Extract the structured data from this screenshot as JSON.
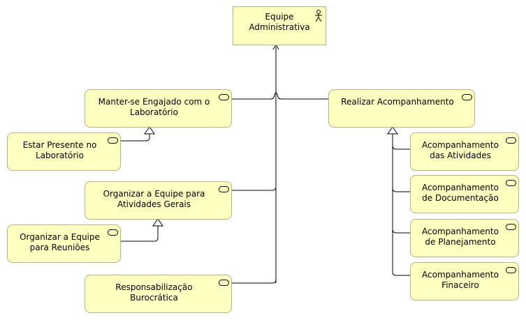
{
  "diagram": {
    "actor": {
      "label": "Equipe\nAdministrativa",
      "icon": "actor-icon"
    },
    "services": {
      "manter": "Manter-se Engajado com o\nLaboratório",
      "estar": "Estar Presente no\nLaboratório",
      "organizar_equipe": "Organizar a Equipe para\nAtividades Gerais",
      "organizar_reunioes": "Organizar a Equipe\npara Reuniões",
      "responsabilizacao": "Responsabilização\nBurocrática",
      "realizar": "Realizar Acompanhamento",
      "acomp_atividades": "Acompanhamento\ndas Atividades",
      "acomp_documentacao": "Acompanhamento\nde Documentação",
      "acomp_planejamento": "Acompanhamento\nde Planejamento",
      "acomp_financeiro": "Acompanhamento\nFinaceiro"
    },
    "icon_names": {
      "service": "service-icon"
    },
    "colors": {
      "node_fill": "#ffffc0",
      "node_border": "#b3b38a",
      "line": "#000000"
    }
  }
}
